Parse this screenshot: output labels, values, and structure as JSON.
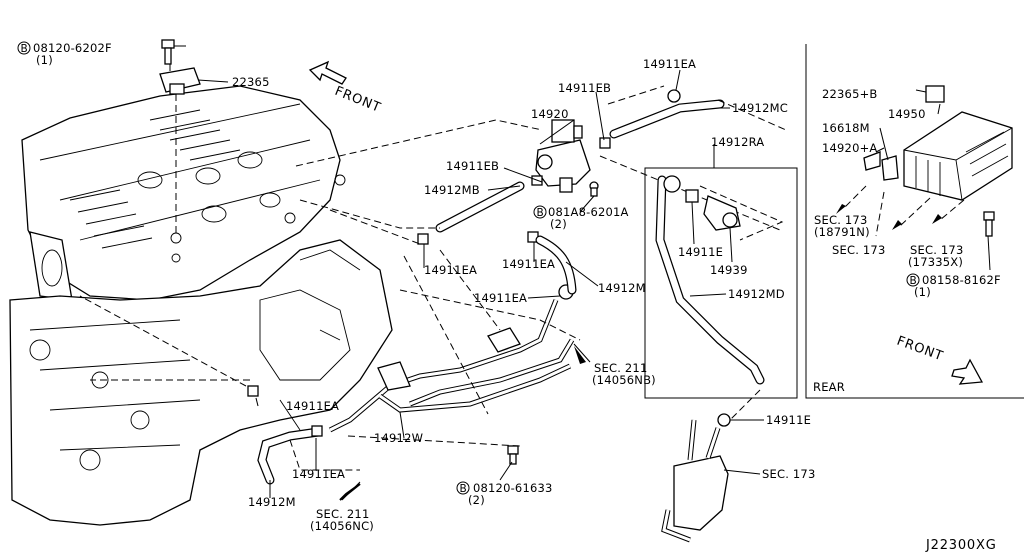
{
  "diagram": {
    "code": "J22300XG",
    "front_main": "FRONT",
    "front_rear": "FRONT",
    "rear_section": "REAR"
  },
  "callouts": {
    "bolt_top": "08120-6202F",
    "bolt_top_qty": "(1)",
    "p22365": "22365",
    "p14911EA_top": "14911EA",
    "p14911EB_top": "14911EB",
    "p14912MC": "14912MC",
    "p14920": "14920",
    "p14912RA": "14912RA",
    "p14911EB_mid": "14911EB",
    "p14912MB": "14912MB",
    "bolt_mid": "081A8-6201A",
    "bolt_mid_qty": "(2)",
    "p14911EA_a": "14911EA",
    "p14911EA_b": "14911EA",
    "p14911E_a": "14911E",
    "p14939": "14939",
    "p14911EA_c": "14911EA",
    "p14912M_a": "14912M",
    "p14912MD": "14912MD",
    "sec211_a": "SEC. 211",
    "sec211_a_code": "(14056NB)",
    "p14911EA_d": "14911EA",
    "p14912W": "14912W",
    "p14911E_b": "14911E",
    "sec173_a": "SEC. 173",
    "p14911EA_e": "14911EA",
    "p14912M_b": "14912M",
    "bolt_low": "08120-61633",
    "bolt_low_qty": "(2)",
    "sec211_b": "SEC. 211",
    "sec211_b_code": "(14056NC)"
  },
  "rear_callouts": {
    "p22365B": "22365+B",
    "p14950": "14950",
    "p16618M": "16618M",
    "p14920A": "14920+A",
    "sec173_b": "SEC. 173",
    "sec173_b_code": "(18791N)",
    "sec173_c": "SEC. 173",
    "sec173_d": "SEC. 173",
    "sec173_d_code": "(17335X)",
    "bolt_rear": "08158-8162F",
    "bolt_rear_qty": "(1)"
  },
  "bolt_symbol": "B"
}
